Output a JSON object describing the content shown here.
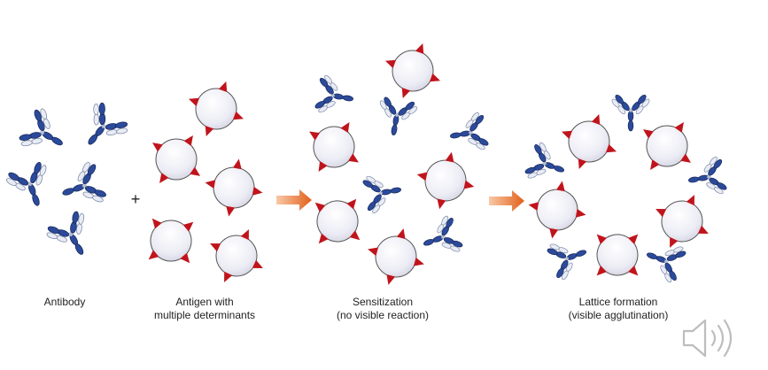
{
  "captions": {
    "antibody": "Antibody",
    "antigen_line1": "Antigen with",
    "antigen_line2": "multiple determinants",
    "sensitization_line1": "Sensitization",
    "sensitization_line2": "(no visible reaction)",
    "lattice_line1": "Lattice formation",
    "lattice_line2": "(visible agglutination)"
  },
  "plus_sign": "+",
  "colors": {
    "heavy_chain": "#2b4a9b",
    "light_chain": "#e8ecf5",
    "antigen_fill": "#eeeef6",
    "determinant": "#c0141c",
    "arrow": "#e86a1c",
    "speaker": "#bdbdbd"
  },
  "icons": {
    "audio": "speaker-icon"
  }
}
